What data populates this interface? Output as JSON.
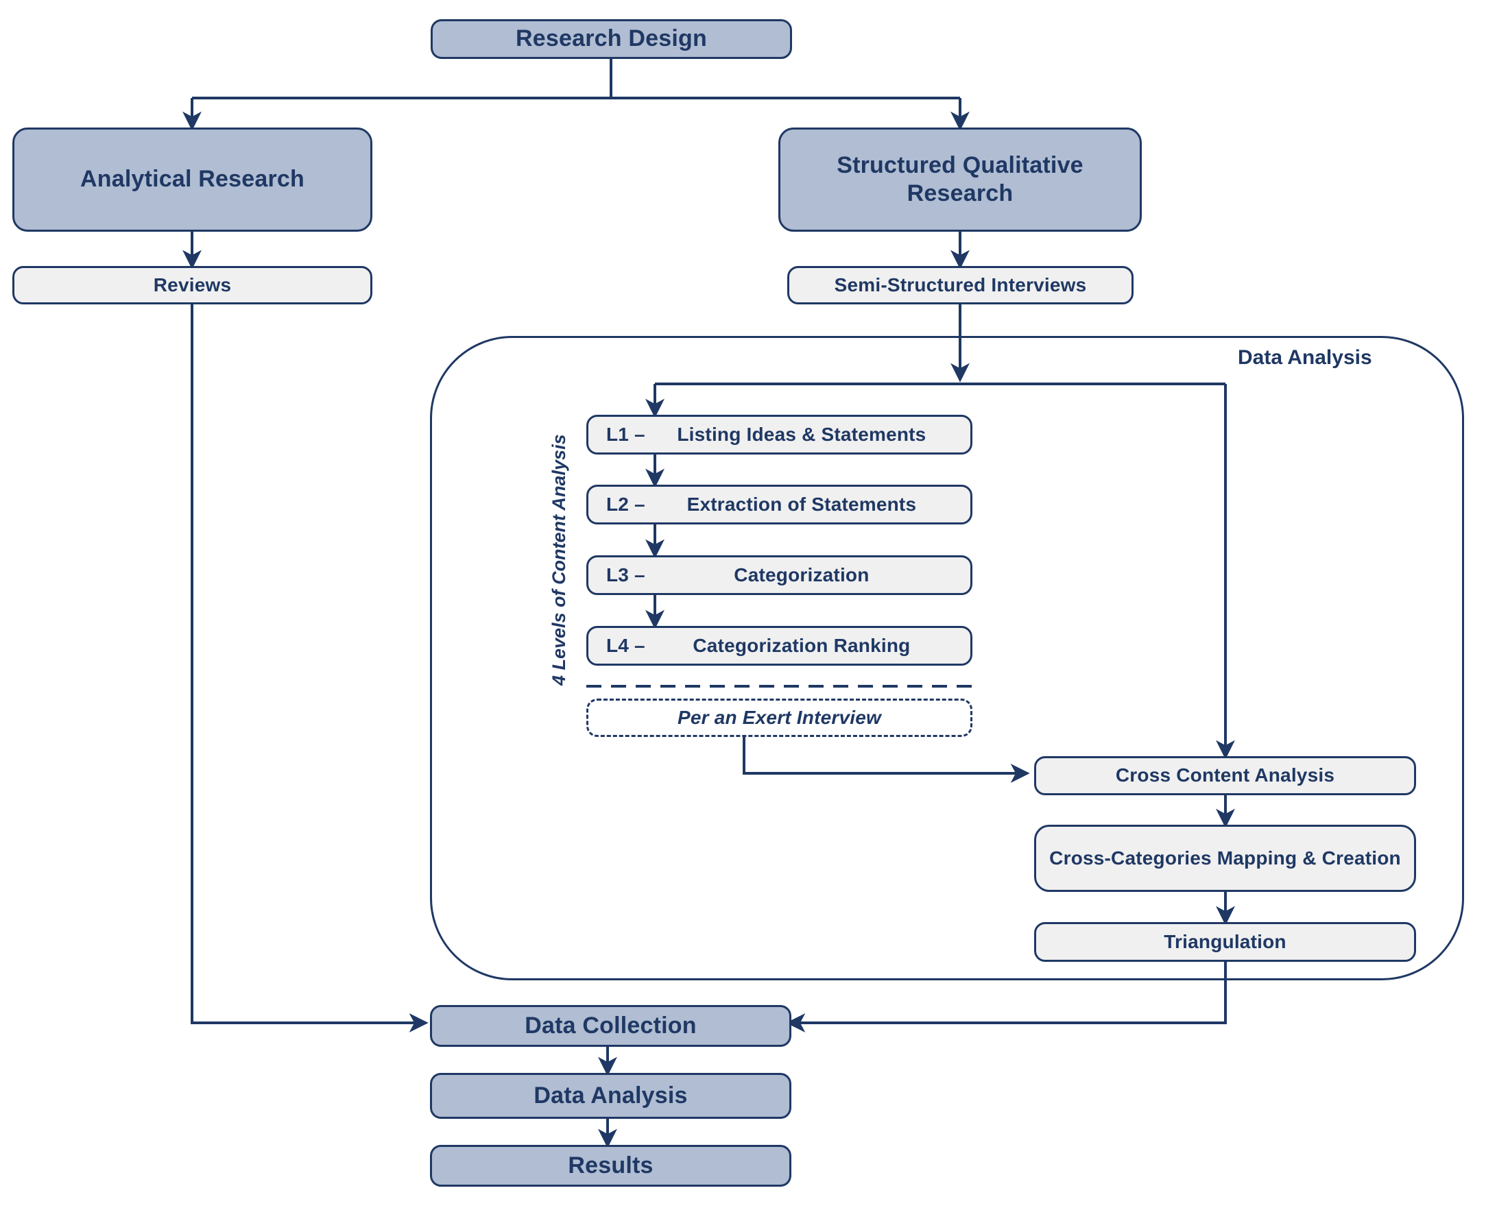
{
  "diagram": {
    "title": "Research Design Flowchart",
    "colors": {
      "stroke": "#1f3864",
      "fill_dark": "#b0bdd2",
      "fill_light": "#f0f0f0",
      "background": "#ffffff"
    }
  },
  "nodes": {
    "research_design": "Research Design",
    "analytical_research": "Analytical Research",
    "structured_qualitative_research": "Structured Qualitative Research",
    "reviews": "Reviews",
    "semi_structured_interviews": "Semi-Structured Interviews",
    "l1_code": "L1 –",
    "l1_text": "Listing Ideas & Statements",
    "l2_code": "L2 –",
    "l2_text": "Extraction of Statements",
    "l3_code": "L3 –",
    "l3_text": "Categorization",
    "l4_code": "L4 –",
    "l4_text": "Categorization Ranking",
    "expert_interview": "Per an Exert Interview",
    "cross_content_analysis": "Cross Content Analysis",
    "cross_categories_mapping": "Cross-Categories Mapping & Creation",
    "triangulation": "Triangulation",
    "data_collection": "Data Collection",
    "data_analysis_bottom": "Data Analysis",
    "results": "Results"
  },
  "group": {
    "data_analysis_title": "Data Analysis",
    "levels_caption": "4 Levels of Content Analysis"
  },
  "edges": [
    {
      "from": "research_design",
      "to": "analytical_research"
    },
    {
      "from": "research_design",
      "to": "structured_qualitative_research"
    },
    {
      "from": "analytical_research",
      "to": "reviews"
    },
    {
      "from": "structured_qualitative_research",
      "to": "semi_structured_interviews"
    },
    {
      "from": "semi_structured_interviews",
      "to": "l1_listing_ideas"
    },
    {
      "from": "semi_structured_interviews",
      "to": "cross_content_analysis"
    },
    {
      "from": "l1_listing_ideas",
      "to": "l2_extraction"
    },
    {
      "from": "l2_extraction",
      "to": "l3_categorization"
    },
    {
      "from": "l3_categorization",
      "to": "l4_categorization_ranking"
    },
    {
      "from": "expert_interview",
      "to": "cross_content_analysis"
    },
    {
      "from": "cross_content_analysis",
      "to": "cross_categories_mapping"
    },
    {
      "from": "cross_categories_mapping",
      "to": "triangulation"
    },
    {
      "from": "triangulation",
      "to": "data_collection"
    },
    {
      "from": "reviews",
      "to": "data_collection"
    },
    {
      "from": "data_collection",
      "to": "data_analysis_bottom"
    },
    {
      "from": "data_analysis_bottom",
      "to": "results"
    }
  ]
}
